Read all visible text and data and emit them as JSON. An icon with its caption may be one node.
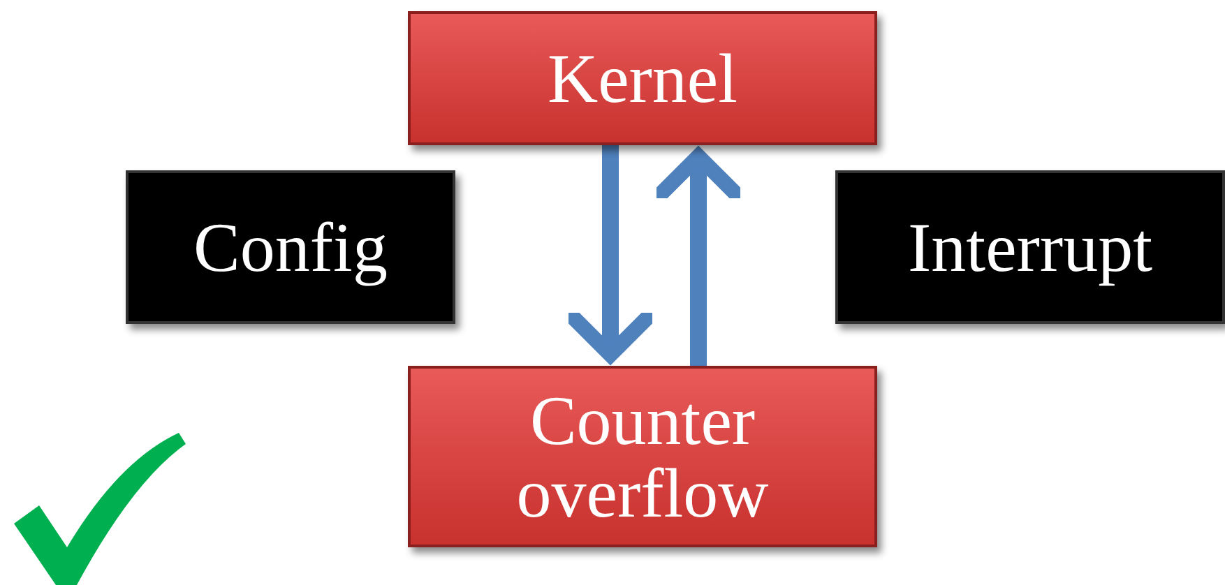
{
  "diagram": {
    "nodes": [
      {
        "text": [
          "Kernel"
        ]
      },
      {
        "text": [
          "Config"
        ]
      },
      {
        "text": [
          "Interrupt"
        ]
      },
      {
        "text": [
          "Counter overflow"
        ]
      }
    ],
    "edges": [
      {
        "from": 0,
        "to": 3,
        "arrow": "to",
        "color": "#4f81bd"
      },
      {
        "from": 3,
        "to": 0,
        "arrow": "to",
        "color": "#4f81bd"
      }
    ]
  }
}
